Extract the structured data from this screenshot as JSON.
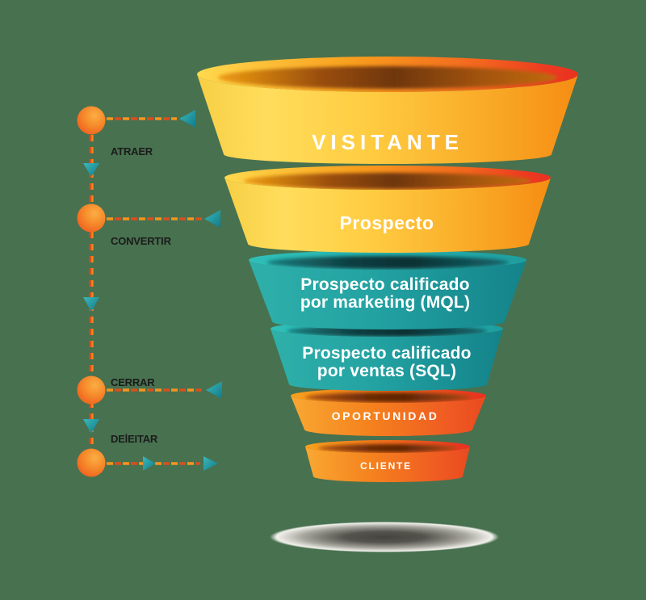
{
  "background_color": "#48714F",
  "funnel": {
    "stages": [
      {
        "id": "visitante",
        "label": "VISITANTE",
        "color_family": "yellow"
      },
      {
        "id": "prospecto",
        "label": "Prospecto",
        "color_family": "yellow"
      },
      {
        "id": "mql",
        "line1": "Prospecto calificado",
        "line2": "por marketing (MQL)",
        "color_family": "teal"
      },
      {
        "id": "sql",
        "line1": "Prospecto calificado",
        "line2": "por ventas (SQL)",
        "color_family": "teal"
      },
      {
        "id": "oportunidad",
        "label": "OPORTUNIDAD",
        "color_family": "orange"
      },
      {
        "id": "cliente",
        "label": "CLIENTE",
        "color_family": "orange"
      }
    ]
  },
  "timeline": {
    "steps": [
      {
        "label": "ATRAER"
      },
      {
        "label": "CONVERTIR"
      },
      {
        "label": "CERRAR"
      },
      {
        "label": "DEİEITAR"
      }
    ]
  },
  "colors": {
    "yellow_band": "#FFCC41",
    "teal_band": "#23A2A2",
    "orange_band": "#F5821E",
    "red_accent": "#ED3A21",
    "dash_orange": "#F7941E",
    "dash_red": "#D94F1E",
    "marker_teal": "#1D93A0",
    "node_orange": "#EE5A1E",
    "label_text": "#1B1B1B",
    "funnel_text": "#FFFFFF"
  }
}
